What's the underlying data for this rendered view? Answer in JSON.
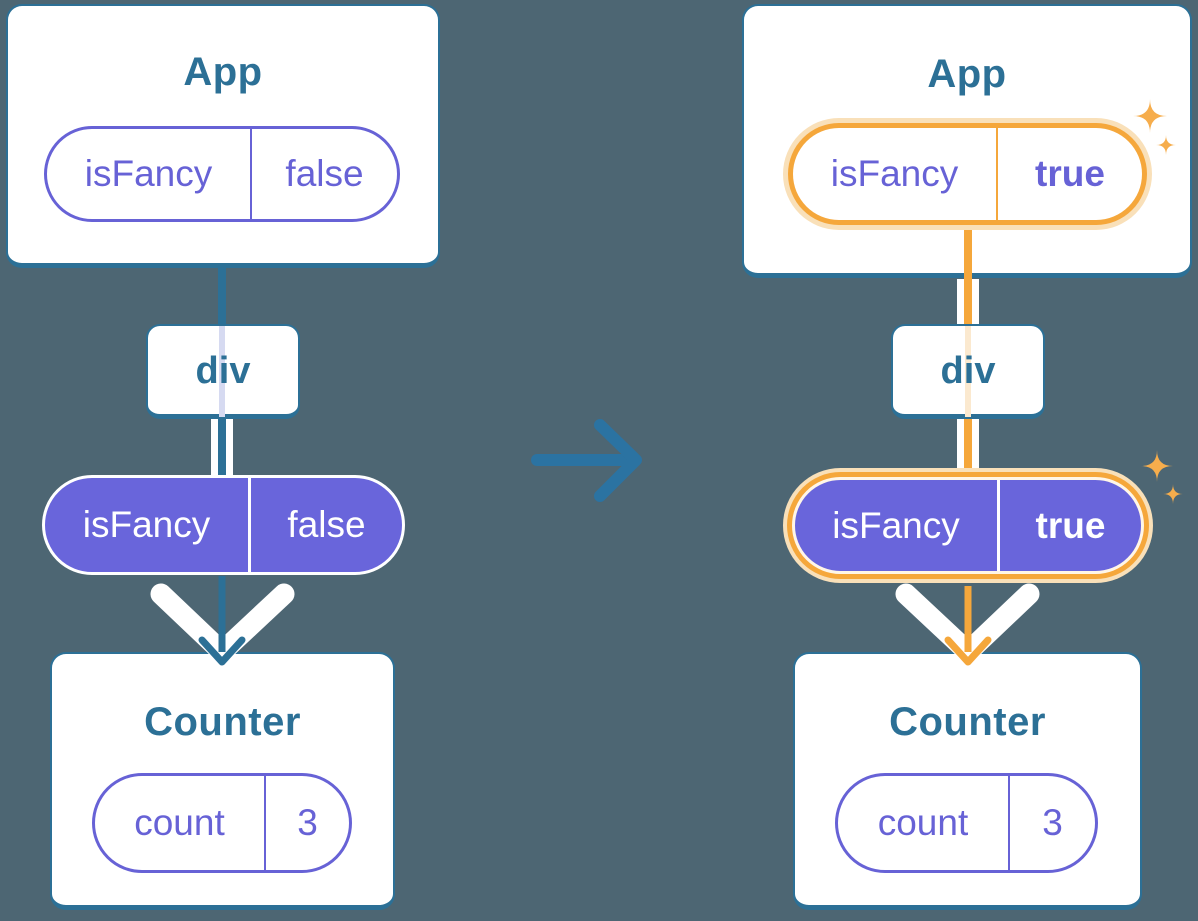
{
  "colors": {
    "background": "#4D6673",
    "card_white": "#FFFFFF",
    "tree_blue": "#2C7096",
    "arrow_blue": "#2B73A2",
    "pill_purple_fill": "#6965DB",
    "pill_purple_text": "#6762D6",
    "highlight_orange": "#F5A73B",
    "highlight_peach": "#F9E0B9",
    "sparkle_orange": "#F6AD4C",
    "prop_line_lavender": "#D6DAF1",
    "prop_line_pale_orange": "#FBE9CF"
  },
  "icons": {
    "sparkle": "4-point-star",
    "transition_arrow": "right-arrow",
    "flow_arrow": "white-down-chevron"
  },
  "left_tree": {
    "root": {
      "title": "App",
      "state": {
        "name": "isFancy",
        "value": "false"
      }
    },
    "child": {
      "title": "div"
    },
    "prop": {
      "name": "isFancy",
      "value": "false"
    },
    "leaf": {
      "title": "Counter",
      "state": {
        "name": "count",
        "value": "3"
      }
    }
  },
  "right_tree": {
    "root": {
      "title": "App",
      "state": {
        "name": "isFancy",
        "value": "true"
      }
    },
    "child": {
      "title": "div"
    },
    "prop": {
      "name": "isFancy",
      "value": "true"
    },
    "leaf": {
      "title": "Counter",
      "state": {
        "name": "count",
        "value": "3"
      }
    }
  }
}
